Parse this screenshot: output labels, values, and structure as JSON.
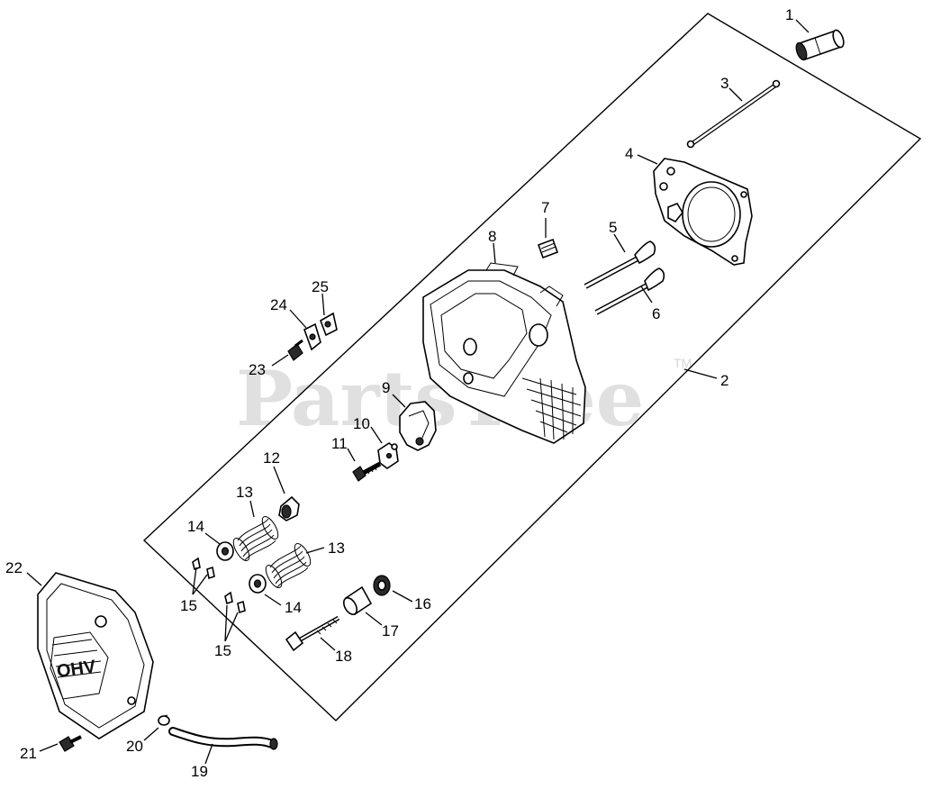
{
  "watermark": {
    "text": "PartsTree",
    "tm": "TM"
  },
  "cover_text": "OHV",
  "labels": {
    "l1": "1",
    "l2": "2",
    "l3": "3",
    "l4": "4",
    "l5": "5",
    "l6": "6",
    "l7": "7",
    "l8": "8",
    "l9": "9",
    "l10": "10",
    "l11": "11",
    "l12": "12",
    "l13a": "13",
    "l13b": "13",
    "l14a": "14",
    "l14b": "14",
    "l15a": "15",
    "l15b": "15",
    "l16": "16",
    "l17": "17",
    "l18": "18",
    "l19": "19",
    "l20": "20",
    "l21": "21",
    "l22": "22",
    "l23": "23",
    "l24": "24",
    "l25": "25"
  }
}
